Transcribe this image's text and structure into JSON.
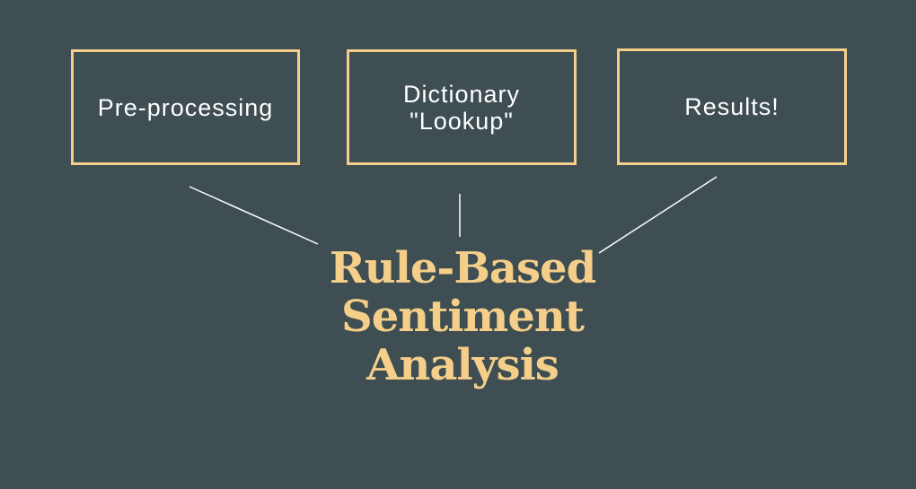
{
  "diagram": {
    "steps": [
      {
        "label": "Pre-processing"
      },
      {
        "label": "Dictionary\n\"Lookup\""
      },
      {
        "label": "Results!"
      }
    ],
    "title_lines": [
      "Rule-Based",
      "Sentiment",
      "Analysis"
    ],
    "colors": {
      "background": "#3e4e53",
      "accent": "#f5cf8a",
      "text": "#ffffff",
      "connector": "#ffffff"
    }
  }
}
